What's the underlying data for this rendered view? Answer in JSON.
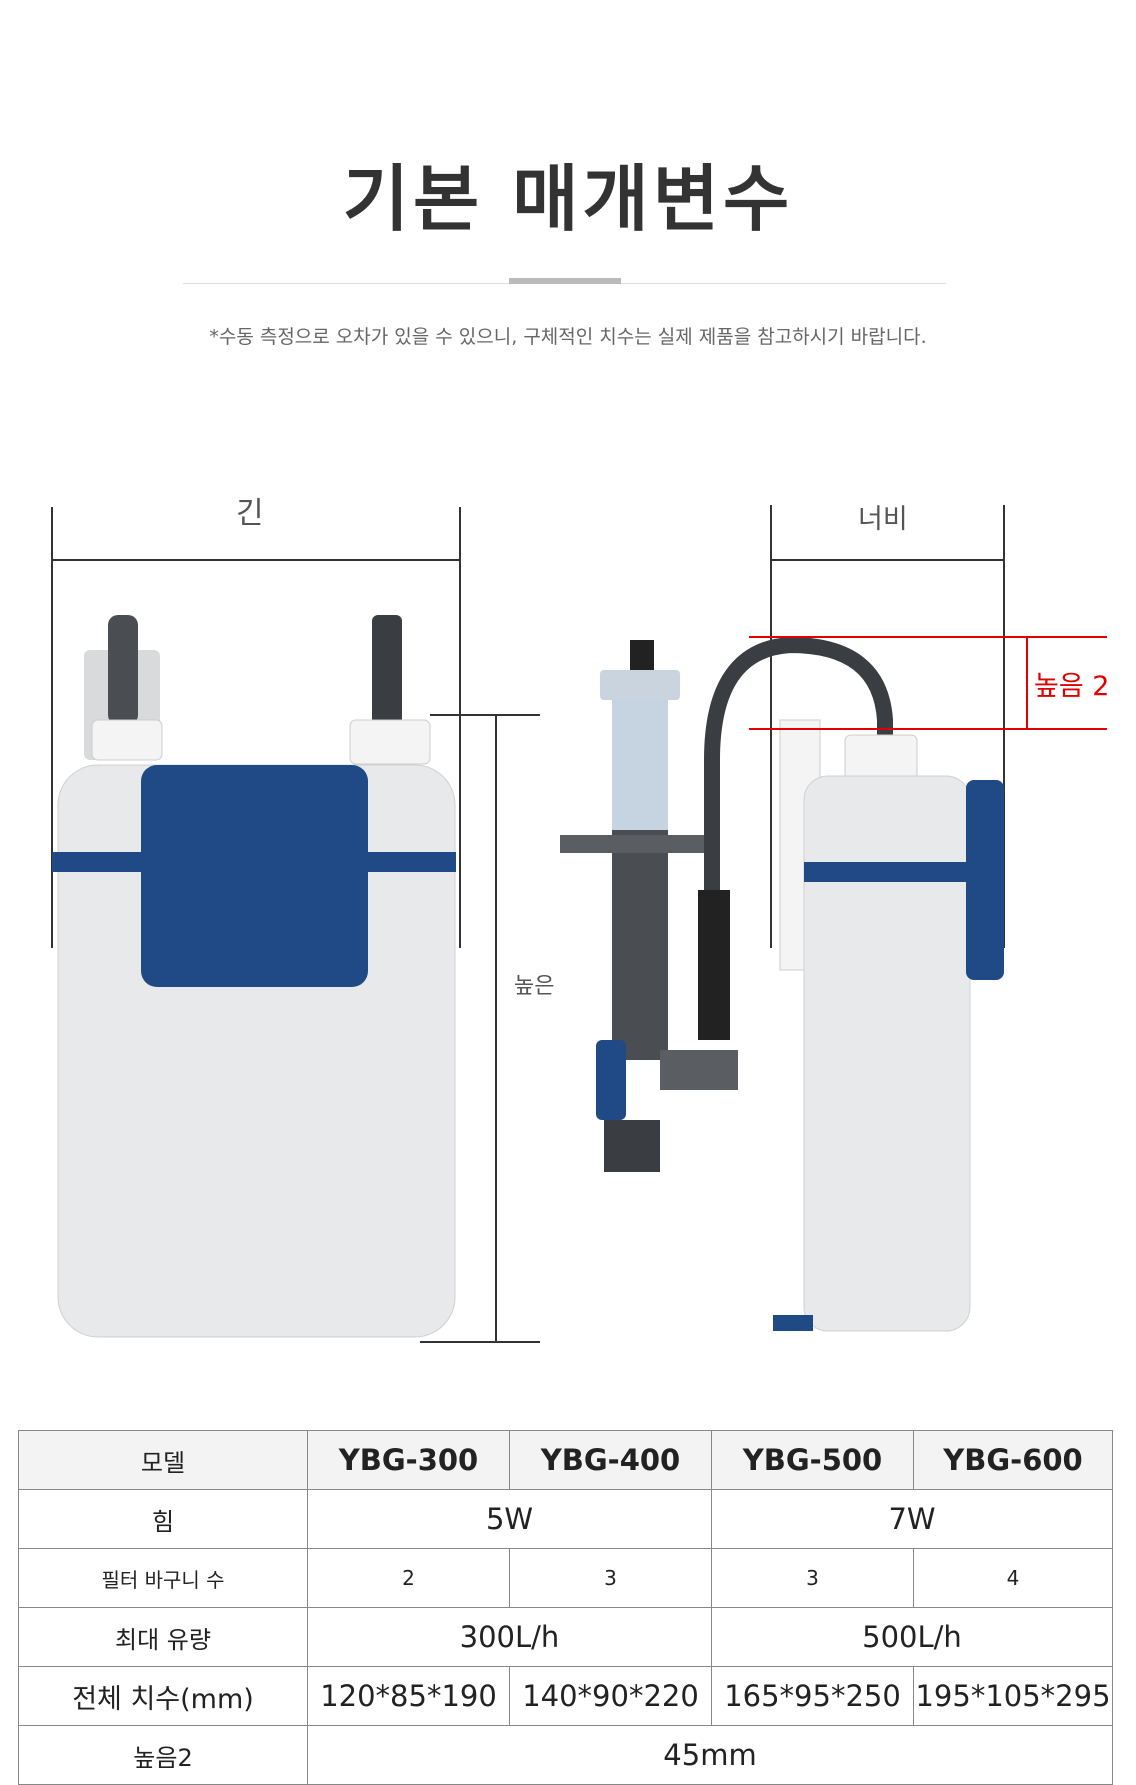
{
  "title": "기본 매개변수",
  "note": "*수동 측정으로 오차가 있을 수 있으니, 구체적인 치수는 실제 제품을 참고하시기 바랍니다.",
  "diagram": {
    "length_label": "긴",
    "width_label": "너비",
    "height_label": "높은",
    "height2_label": "높음 2",
    "colors": {
      "body": "#e8e9eb",
      "blue": "#1f4a85",
      "red": "#e00000",
      "pipe": "#3a3d42"
    }
  },
  "table": {
    "header": {
      "label": "모델",
      "models": [
        "YBG-300",
        "YBG-400",
        "YBG-500",
        "YBG-600"
      ]
    },
    "rows": [
      {
        "label": "힘",
        "values": [
          "5W",
          "7W"
        ]
      },
      {
        "label": "필터 바구니 수",
        "values": [
          "2",
          "3",
          "3",
          "4"
        ]
      },
      {
        "label": "최대 유량",
        "values": [
          "300L/h",
          "500L/h"
        ]
      },
      {
        "label": "전체 치수(mm)",
        "values": [
          "120*85*190",
          "140*90*220",
          "165*95*250",
          "195*105*295"
        ]
      },
      {
        "label": "높음2",
        "values": [
          "45mm"
        ]
      }
    ]
  }
}
